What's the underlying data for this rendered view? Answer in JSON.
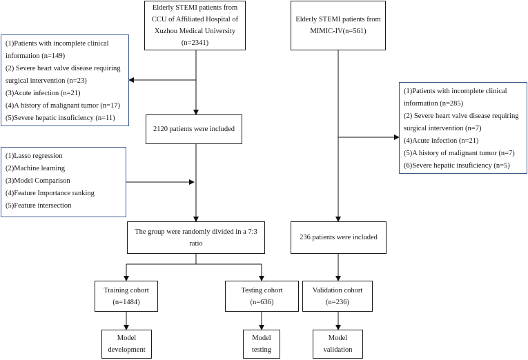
{
  "source_boxes": {
    "xuzhou": [
      "Elderly STEMI patients from",
      "CCU of Affiliated Hospital of",
      "Xuzhou Medical University",
      "(n=2341)"
    ],
    "mimic": [
      "Elderly STEMI patients from",
      "MIMIC-IV(n=561)"
    ]
  },
  "exclusions_xuzhou": [
    "(1)Patients with incomplete clinical",
    "information (n=149)",
    "(2) Severe heart valve disease requiring",
    "surgical intervention (n=23)",
    "(3)Acute infection (n=21)",
    "(4)A history of malignant tumor (n=17)",
    "(5)Severe hepatic insuficiency (n=11)"
  ],
  "exclusions_mimic": [
    "(1)Patients with incomplete clinical",
    "information (n=285)",
    "(2) Severe heart valve disease requiring",
    "surgical intervention (n=7)",
    "(4)Acute infection (n=21)",
    "(5)A history of malignant tumor (n=7)",
    "(6)Severe hepatic insuficiency (n=5)"
  ],
  "included_xuzhou": "2120 patients were included",
  "methods": [
    "(1)Lasso regression",
    "(2)Machine learning",
    "(3)Model Comparison",
    "(4)Feature Importance ranking",
    "(5)Feature intersection"
  ],
  "random_split": [
    "The group were randomly divided in a 7:3",
    "ratio"
  ],
  "included_mimic": "236 patients were included",
  "cohorts": {
    "training": [
      "Training cohort",
      "(n=1484)"
    ],
    "testing": [
      "Testing cohort",
      "(n=636)"
    ],
    "validation": [
      "Validation cohort",
      "(n=236)"
    ]
  },
  "outcomes": {
    "development": [
      "Model",
      "development"
    ],
    "testing": [
      "Model",
      "testing"
    ],
    "validation": [
      "Model",
      "validation"
    ]
  }
}
